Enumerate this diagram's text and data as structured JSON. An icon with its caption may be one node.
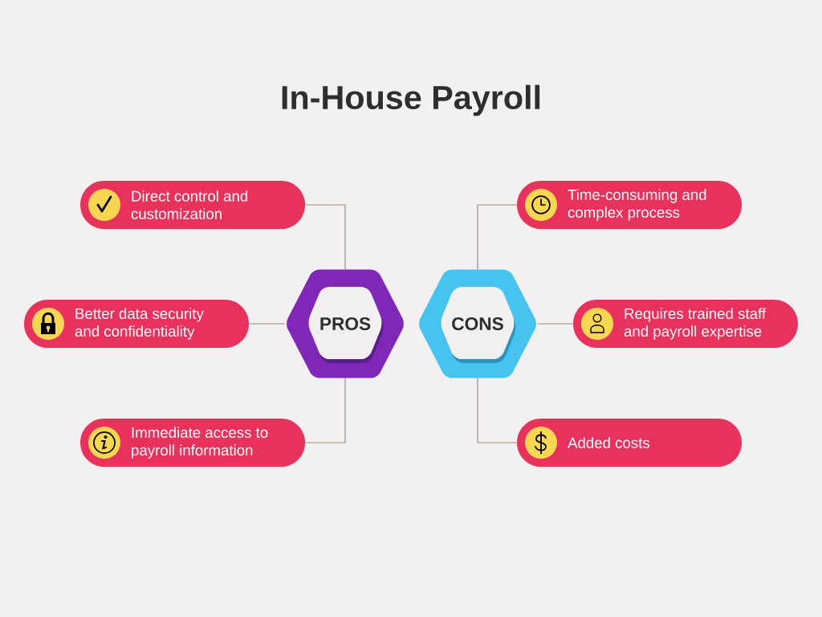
{
  "diagram": {
    "title": "In-House Payroll",
    "nodes": [
      {
        "text": [
          "PROS"
        ]
      },
      {
        "text": [
          "Direct control and customization"
        ]
      },
      {
        "text": [
          "Better data security and confidentiality"
        ]
      },
      {
        "text": [
          "Immediate access to payroll information"
        ]
      },
      {
        "text": [
          "CONS"
        ]
      },
      {
        "text": [
          "Time-consuming and complex process"
        ]
      },
      {
        "text": [
          "Requires trained staff and payroll expertise"
        ]
      },
      {
        "text": [
          "Added costs"
        ]
      }
    ],
    "edges": [
      {
        "from": 0,
        "to": 1,
        "arrow": "none"
      },
      {
        "from": 0,
        "to": 2,
        "arrow": "none"
      },
      {
        "from": 0,
        "to": 3,
        "arrow": "none"
      },
      {
        "from": 4,
        "to": 5,
        "arrow": "none"
      },
      {
        "from": 4,
        "to": 6,
        "arrow": "none"
      },
      {
        "from": 4,
        "to": 7,
        "arrow": "none"
      }
    ]
  }
}
